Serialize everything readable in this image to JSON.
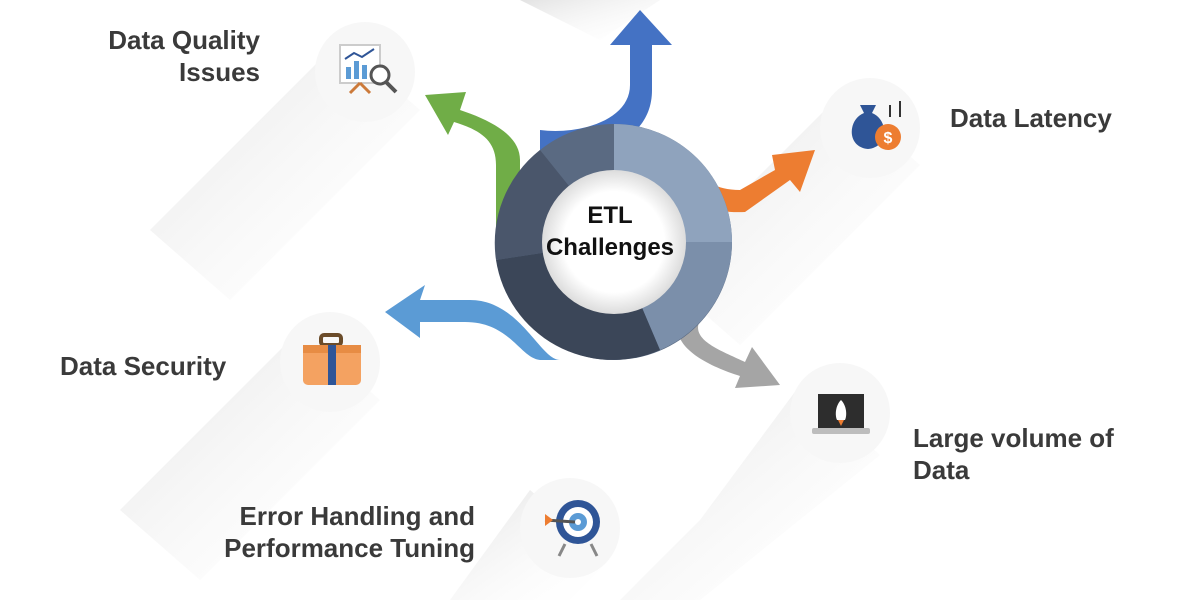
{
  "center": {
    "line1": "ETL",
    "line2": "Challenges"
  },
  "items": [
    {
      "line1": "Data Quality",
      "line2": "Issues",
      "icon": "chart-magnifier-icon",
      "color": "#6aa84f"
    },
    {
      "line1": "Data Latency",
      "line2": "",
      "icon": "money-bag-icon",
      "color": "#ed7d31"
    },
    {
      "line1": "Data Security",
      "line2": "",
      "icon": "briefcase-icon",
      "color": "#5b9bd5"
    },
    {
      "line1": "Large volume of",
      "line2": "Data",
      "icon": "laptop-rocket-icon",
      "color": "#a5a5a5"
    },
    {
      "line1": "Error Handling and",
      "line2": "Performance Tuning",
      "icon": "target-icon",
      "color": "#2f5597"
    }
  ],
  "colors": {
    "ring_dark": "#3b4658",
    "ring_mid": "#5a6a82",
    "ring_light": "#8fa3bd",
    "arrow_top": "#4472c4",
    "arrow_green": "#70ad47",
    "arrow_orange": "#ed7d31",
    "arrow_blue": "#5b9bd5",
    "arrow_gray": "#a5a5a5",
    "label_text": "#3a3a3a"
  }
}
